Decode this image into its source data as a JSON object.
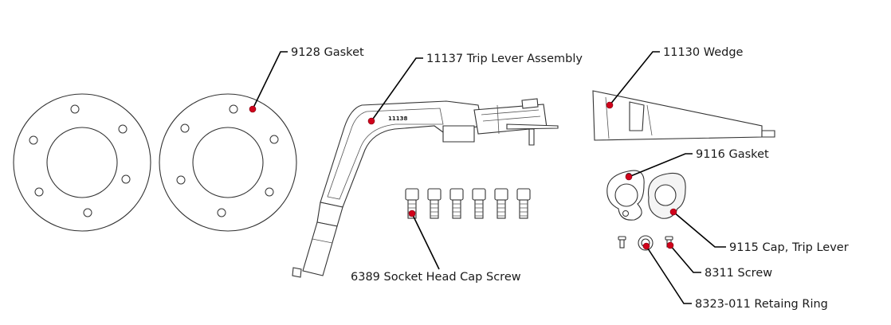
{
  "callouts": {
    "gasket_9128": "9128 Gasket",
    "trip_lever_assembly": "11137 Trip Lever Assembly",
    "wedge": "11130 Wedge",
    "gasket_9116": "9116 Gasket",
    "cap_trip_lever": "9115 Cap, Trip Lever",
    "socket_head_cap_screw": "6389 Socket Head Cap Screw",
    "screw": "8311 Screw",
    "retaining_ring": "8323-011 Retaing Ring"
  },
  "part_stamp": "11138",
  "colors": {
    "dot": "#d0021b",
    "outline": "#333333",
    "leader": "#000000"
  }
}
